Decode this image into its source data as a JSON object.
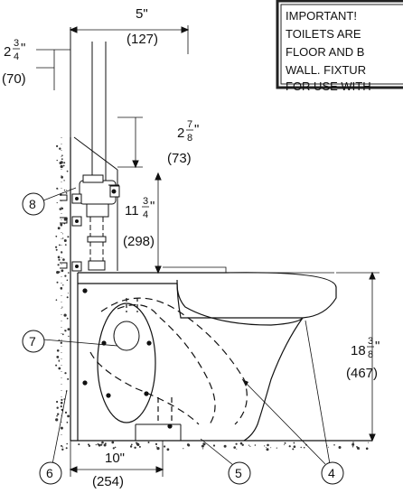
{
  "note": {
    "lines": [
      "IMPORTANT!",
      "TOILETS ARE",
      "FLOOR AND B",
      "WALL. FIXTUR",
      "FOR USE WITH"
    ]
  },
  "dimensions": {
    "top_width": {
      "inches": "5\"",
      "mm": "(127)"
    },
    "left_depth": {
      "whole": "2",
      "num": "3",
      "den": "4",
      "inch_mark": "\"",
      "mm": "(70)"
    },
    "flush_offset": {
      "whole": "2",
      "num": "7",
      "den": "8",
      "inch_mark": "\"",
      "mm": "(73)"
    },
    "valve_height": {
      "whole": "11",
      "num": "3",
      "den": "4",
      "inch_mark": "\"",
      "mm": "(298)"
    },
    "bowl_height": {
      "whole": "18",
      "num": "3",
      "den": "8",
      "inch_mark": "\"",
      "mm": "(467)"
    },
    "rough_in": {
      "inches": "10\"",
      "mm": "(254)"
    }
  },
  "callouts": [
    "8",
    "7",
    "6",
    "5",
    "4"
  ]
}
